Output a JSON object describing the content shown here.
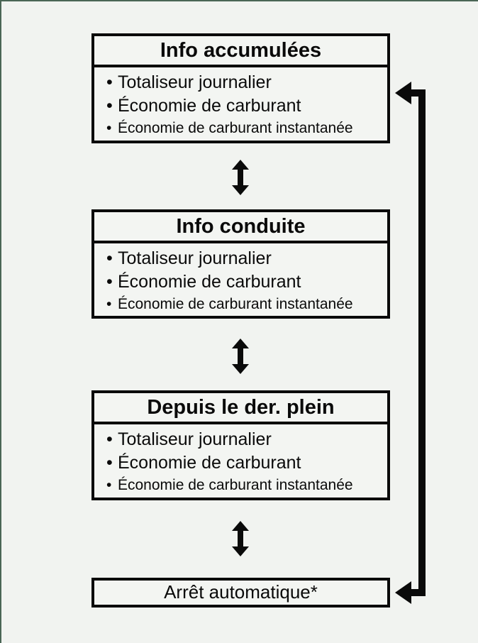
{
  "diagram": {
    "bullet_char": "•",
    "colors": {
      "background": "#f1f3f0",
      "box_fill": "#f3f5f2",
      "line": "#0a0a0a",
      "frame_edge": "#4a6655"
    },
    "boxes": [
      {
        "title": "Info accumulées",
        "items": [
          "Totaliseur journalier",
          "Économie de carburant",
          "Économie de carburant instantanée"
        ]
      },
      {
        "title": "Info conduite",
        "items": [
          "Totaliseur journalier",
          "Économie de carburant",
          "Économie de carburant instantanée"
        ]
      },
      {
        "title": "Depuis le der. plein",
        "items": [
          "Totaliseur journalier",
          "Économie de carburant",
          "Économie de carburant instantanée"
        ]
      },
      {
        "title": "Arrêt automatique*",
        "items": []
      }
    ],
    "connectors": [
      {
        "type": "double-arrow",
        "between": [
          "Info accumulées",
          "Info conduite"
        ]
      },
      {
        "type": "double-arrow",
        "between": [
          "Info conduite",
          "Depuis le der. plein"
        ]
      },
      {
        "type": "double-arrow",
        "between": [
          "Depuis le der. plein",
          "Arrêt automatique*"
        ]
      },
      {
        "type": "return-loop",
        "from": "Arrêt automatique*",
        "to": "Info accumulées",
        "side": "right"
      }
    ]
  }
}
